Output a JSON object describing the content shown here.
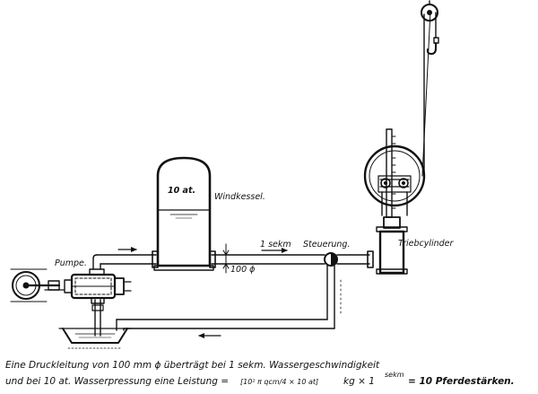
{
  "labels": {
    "tank_pressure": "10 at.",
    "tank_name": "Windkessel.",
    "pump": "Pumpe.",
    "pipe_diameter": "100 ϕ",
    "flow_speed": "1 sekm",
    "control": "Steuerung.",
    "cylinder": "Triebcylinder"
  },
  "caption": {
    "line1": "Eine Druckleitung von 100 mm ϕ überträgt bei 1 sekm. Wassergeschwindigkeit",
    "line2_start": "und bei 10 at. Wasserpressung eine Leistung =",
    "formula_bracket": "[10² π qcm/4 × 10 at]",
    "formula_unit": "kg × 1",
    "formula_sup": "sekm",
    "formula_result": "= 10 Pferdestärken."
  }
}
